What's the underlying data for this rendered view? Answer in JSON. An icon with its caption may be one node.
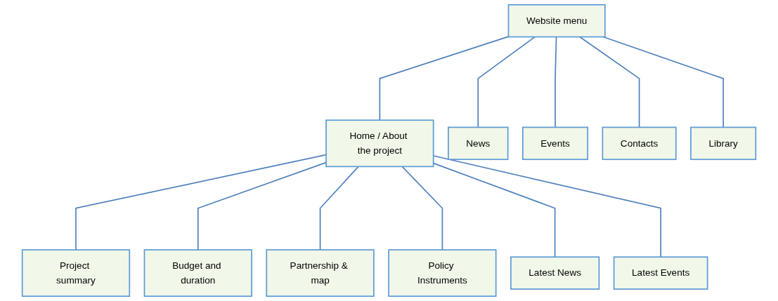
{
  "diagram": {
    "nodes": [
      {
        "text": [
          "Website menu"
        ]
      },
      {
        "text": [
          "Home / About the project"
        ]
      },
      {
        "text": [
          "News"
        ]
      },
      {
        "text": [
          "Events"
        ]
      },
      {
        "text": [
          "Contacts"
        ]
      },
      {
        "text": [
          "Library"
        ]
      },
      {
        "text": [
          "Project summary"
        ]
      },
      {
        "text": [
          "Budget and duration"
        ]
      },
      {
        "text": [
          "Partnership & map"
        ]
      },
      {
        "text": [
          "Policy Instruments"
        ]
      },
      {
        "text": [
          "Latest News"
        ]
      },
      {
        "text": [
          "Latest Events"
        ]
      }
    ],
    "edges": [
      {
        "from": 0,
        "to": 1,
        "arrow": "none"
      },
      {
        "from": 0,
        "to": 2,
        "arrow": "none"
      },
      {
        "from": 0,
        "to": 3,
        "arrow": "none"
      },
      {
        "from": 0,
        "to": 4,
        "arrow": "none"
      },
      {
        "from": 0,
        "to": 5,
        "arrow": "none"
      },
      {
        "from": 1,
        "to": 6,
        "arrow": "none"
      },
      {
        "from": 1,
        "to": 7,
        "arrow": "none"
      },
      {
        "from": 1,
        "to": 8,
        "arrow": "none"
      },
      {
        "from": 1,
        "to": 9,
        "arrow": "none"
      },
      {
        "from": 1,
        "to": 10,
        "arrow": "none"
      },
      {
        "from": 1,
        "to": 11,
        "arrow": "none"
      }
    ]
  }
}
